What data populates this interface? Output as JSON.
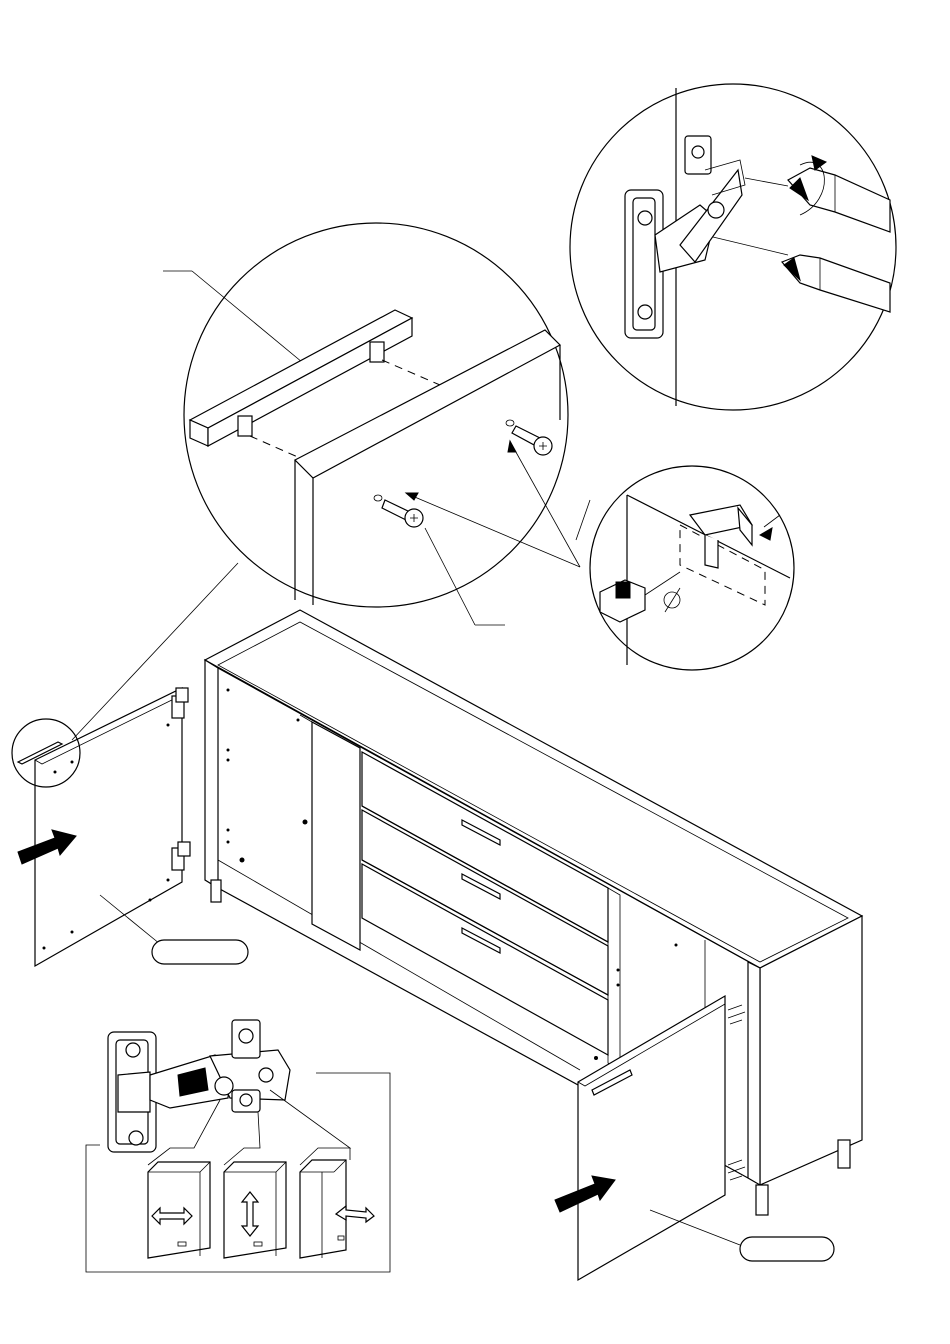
{
  "illustration": {
    "kind": "furniture assembly instruction step",
    "callout_label_left": "",
    "callout_label_right": "",
    "icons": [
      "cabinet-assembly",
      "door-panel",
      "hinge-detail",
      "handle-detail",
      "screwdriver-icon",
      "push-arrow-icon",
      "adjust-arrow-icon",
      "drill-jig-detail"
    ],
    "colors": {
      "line": "#000000",
      "background": "#ffffff",
      "arrow_fill": "#000000"
    }
  }
}
